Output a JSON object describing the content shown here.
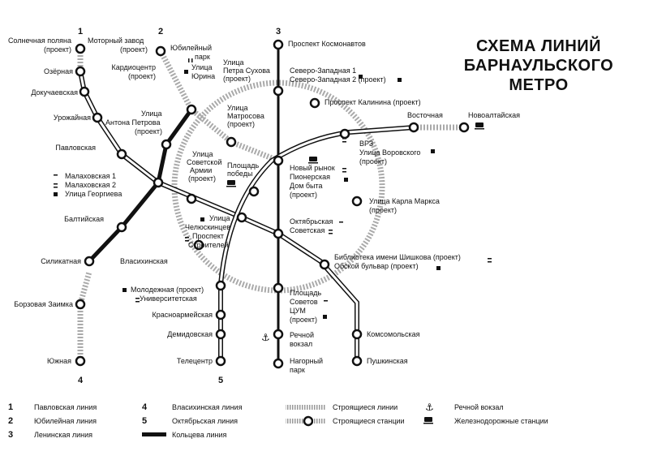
{
  "title": [
    "СХЕМА ЛИНИЙ",
    "БАРНАУЛЬСКОГО",
    "МЕТРО"
  ],
  "line_numbers": [
    "1",
    "2",
    "3",
    "4",
    "5"
  ],
  "stations": [
    {
      "id": "solnechnaya",
      "label": [
        "Солнечная поляна",
        "(проект)"
      ]
    },
    {
      "id": "motorny",
      "label": [
        "Моторный завод",
        "(проект)"
      ]
    },
    {
      "id": "prospekt-kosmonavtov",
      "label": [
        "Проспект Космонавтов"
      ]
    },
    {
      "id": "yubileyny",
      "label": [
        "Юбилейный",
        "парк"
      ]
    },
    {
      "id": "kardiocentr",
      "label": [
        "Кардиоцентр",
        "(проект)"
      ]
    },
    {
      "id": "ulitsa-yurina",
      "label": [
        "Улица",
        "Юрина"
      ]
    },
    {
      "id": "ozyornaya",
      "label": [
        "Озёрная"
      ]
    },
    {
      "id": "petra-sukhova",
      "label": [
        "Улица",
        "Петра Сухова",
        "(проект)"
      ]
    },
    {
      "id": "severo-zapadnaya",
      "label": [
        "Северо-Западная 1",
        "Северо-Западная 2 (проект)"
      ]
    },
    {
      "id": "dokuchaevskaya",
      "label": [
        "Докучаевская"
      ]
    },
    {
      "id": "prospekt-kalinina",
      "label": [
        "Проспект Калинина (проект)"
      ]
    },
    {
      "id": "urozhaynaya",
      "label": [
        "Урожайная"
      ]
    },
    {
      "id": "antona-petrova",
      "label": [
        "Улица",
        "Антона Петрова",
        "(проект)"
      ]
    },
    {
      "id": "matrosova",
      "label": [
        "Улица",
        "Матросова",
        "(проект)"
      ]
    },
    {
      "id": "vostochnaya",
      "label": [
        "Восточная"
      ]
    },
    {
      "id": "novoaltayskaya",
      "label": [
        "Новоалтайская"
      ]
    },
    {
      "id": "pavlovskaya",
      "label": [
        "Павловская"
      ]
    },
    {
      "id": "vrz",
      "label": [
        "ВРЗ",
        "Улица Воровского",
        "(проект)"
      ]
    },
    {
      "id": "sovetskoy-armii",
      "label": [
        "Улица",
        "Советской",
        "Армии",
        "(проект)"
      ]
    },
    {
      "id": "ploshchad-pobedy",
      "label": [
        "Площадь",
        "победы"
      ]
    },
    {
      "id": "novy-rynok",
      "label": [
        "Новый рынок",
        "Пионерская",
        "Дом быта",
        "(проект)"
      ]
    },
    {
      "id": "malakhovskaya",
      "label": [
        "Малаховская 1",
        "Малаховская 2",
        "Улица Георгиева"
      ]
    },
    {
      "id": "karla-marksa",
      "label": [
        "Улица Карла Маркса",
        "(проект)"
      ]
    },
    {
      "id": "baltiyskaya",
      "label": [
        "Балтийская"
      ]
    },
    {
      "id": "chelyuskintsev",
      "label": [
        "Улица",
        "Челюскинцев",
        "Проспект",
        "Строителей"
      ]
    },
    {
      "id": "oktyabrskaya",
      "label": [
        "Октябрьская",
        "Советская"
      ]
    },
    {
      "id": "silikatnaya",
      "label": [
        "Силикатная"
      ]
    },
    {
      "id": "vlasikhinskaya",
      "label": [
        "Власихинская"
      ]
    },
    {
      "id": "biblioteka",
      "label": [
        "Библиотека имени Шишкова (проект)",
        "Обской бульвар (проект)"
      ]
    },
    {
      "id": "molodezhnaya",
      "label": [
        "Молодежная (проект)",
        "Университетская"
      ]
    },
    {
      "id": "ploshchad-sovetov",
      "label": [
        "Площадь",
        "Советов",
        "ЦУМ",
        "(проект)"
      ]
    },
    {
      "id": "borzovaya",
      "label": [
        "Борзовая Заимка"
      ]
    },
    {
      "id": "krasnoarmeyskaya",
      "label": [
        "Красноармейская"
      ]
    },
    {
      "id": "demidovskaya",
      "label": [
        "Демидовская"
      ]
    },
    {
      "id": "rechnoy",
      "label": [
        "Речной",
        "вокзал"
      ]
    },
    {
      "id": "komsomolskaya",
      "label": [
        "Комсомольская"
      ]
    },
    {
      "id": "yuzhnaya",
      "label": [
        "Южная"
      ]
    },
    {
      "id": "telecentr",
      "label": [
        "Телецентр"
      ]
    },
    {
      "id": "nagorny",
      "label": [
        "Нагорный",
        "парк"
      ]
    },
    {
      "id": "pushkinskaya",
      "label": [
        "Пушкинская"
      ]
    }
  ],
  "legend": {
    "lines": [
      {
        "num": "1",
        "name": "Павловская линия"
      },
      {
        "num": "2",
        "name": "Юбилейная линия"
      },
      {
        "num": "3",
        "name": "Ленинская линия"
      },
      {
        "num": "4",
        "name": "Власихинская линия"
      },
      {
        "num": "5",
        "name": "Октябрьская линия"
      },
      {
        "num": "",
        "name": "Кольцева линия"
      }
    ],
    "construction_lines": "Строящиеся линии",
    "construction_stations": "Строящиеся станции",
    "river_station": "Речной вокзал",
    "railway_stations": "Железнодорожные станции"
  }
}
